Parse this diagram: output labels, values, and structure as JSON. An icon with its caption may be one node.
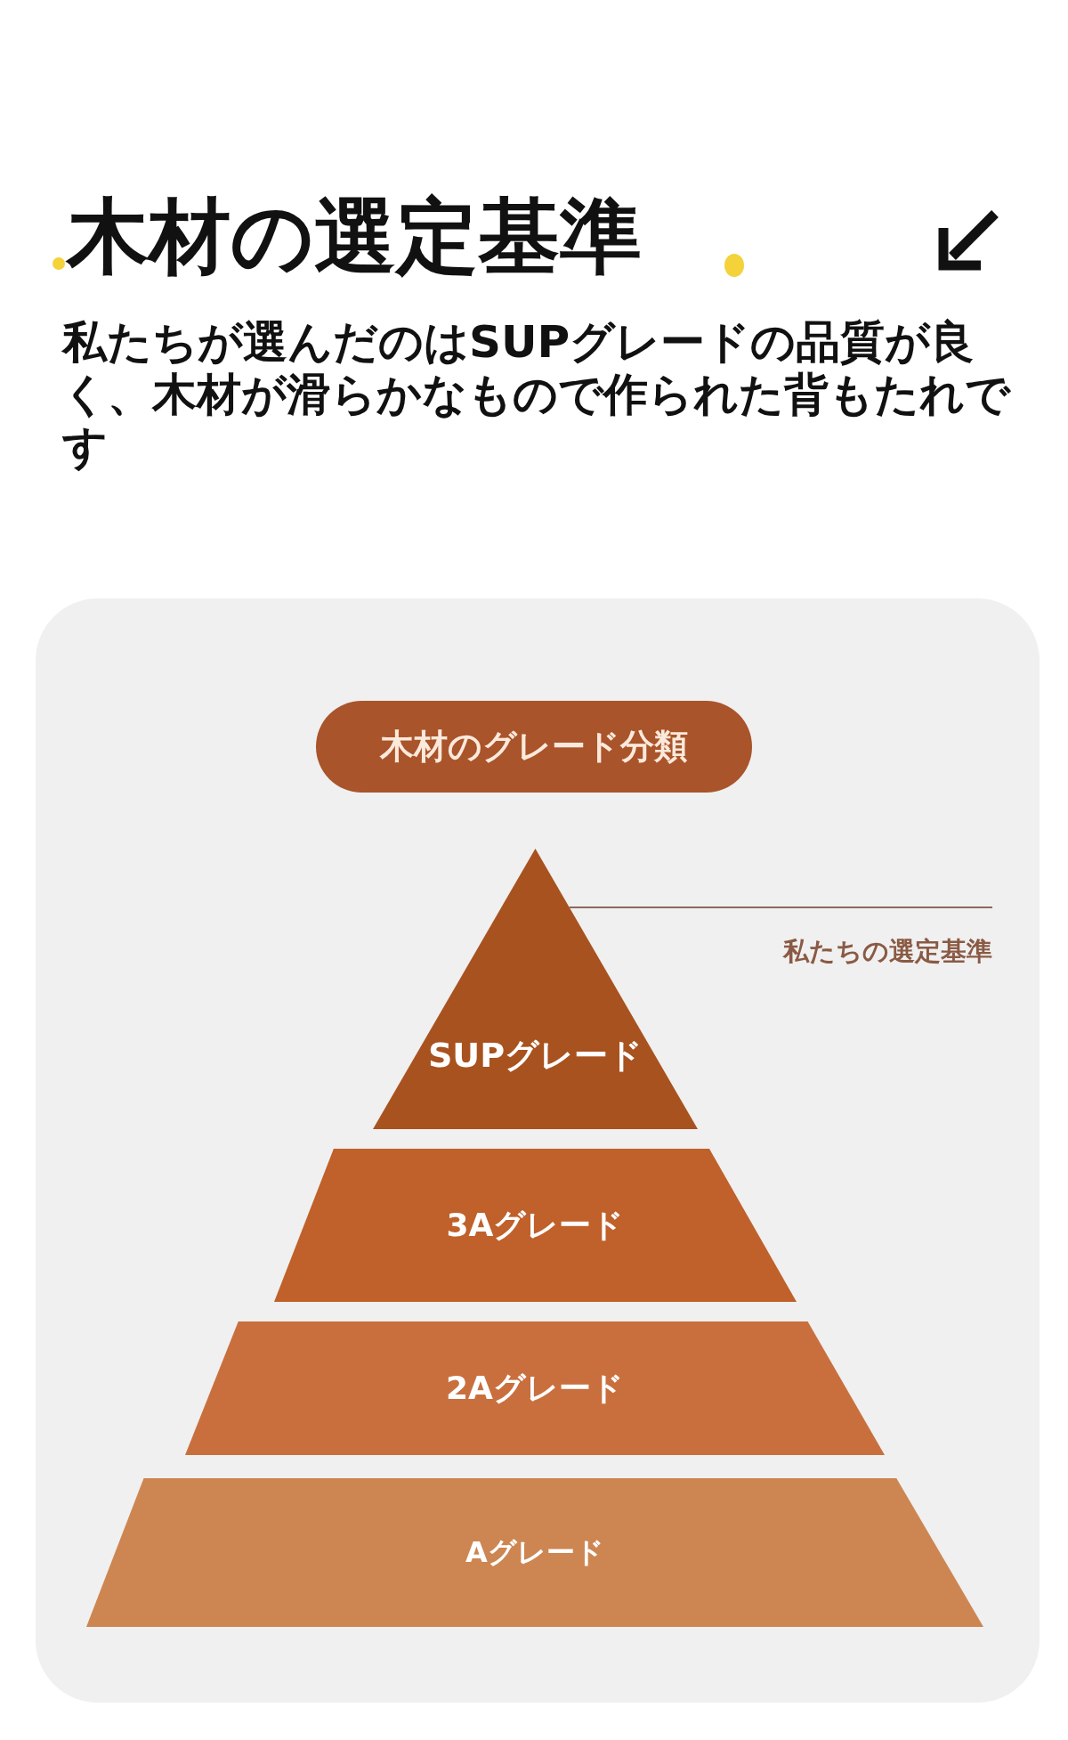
{
  "diagram": {
    "title": "木材の選定基準",
    "nodes": [
      {
        "text": [
          "木材のグレード分類"
        ]
      },
      {
        "text": [
          "私たちの選定基準"
        ]
      },
      {
        "text": [
          "SUPグレード"
        ]
      },
      {
        "text": [
          "3Aグレード"
        ]
      },
      {
        "text": [
          "2Aグレード"
        ]
      },
      {
        "text": [
          "Aグレード"
        ]
      }
    ],
    "edges": [
      {
        "from": 1,
        "to": 2,
        "arrow": "none"
      }
    ],
    "labels": [
      "私たちが選んだのはSUPグレードの品質が良く、木材が滑らかなもので作られた背もたれです"
    ]
  }
}
